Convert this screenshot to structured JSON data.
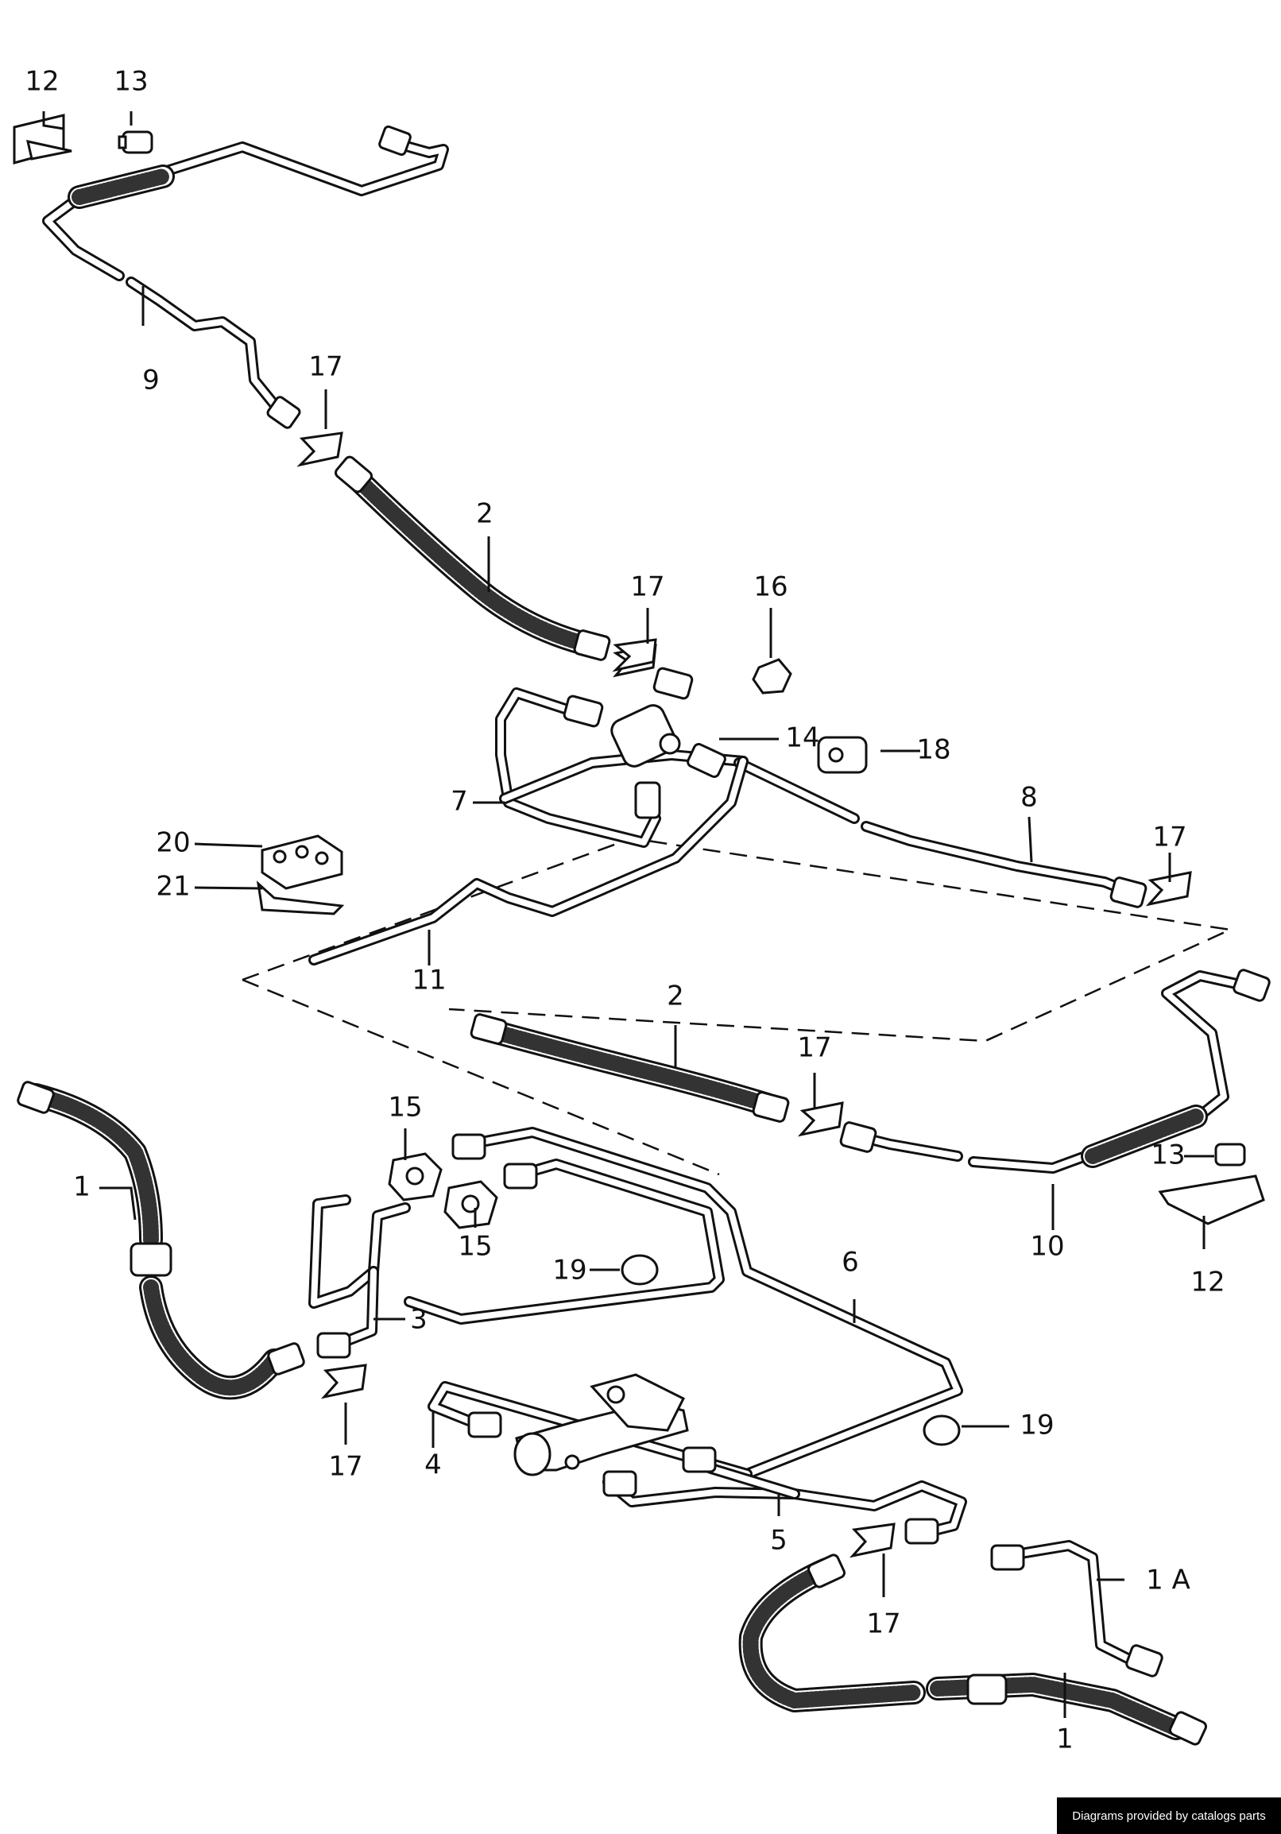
{
  "credit": "Diagrams provided by catalogs parts",
  "callouts": [
    {
      "id": "c12a",
      "text": "12"
    },
    {
      "id": "c13a",
      "text": "13"
    },
    {
      "id": "c9",
      "text": "9"
    },
    {
      "id": "c17a",
      "text": "17"
    },
    {
      "id": "c2a",
      "text": "2"
    },
    {
      "id": "c17b",
      "text": "17"
    },
    {
      "id": "c16",
      "text": "16"
    },
    {
      "id": "c14",
      "text": "14"
    },
    {
      "id": "c18",
      "text": "18"
    },
    {
      "id": "c7",
      "text": "7"
    },
    {
      "id": "c8",
      "text": "8"
    },
    {
      "id": "c17c",
      "text": "17"
    },
    {
      "id": "c20",
      "text": "20"
    },
    {
      "id": "c21",
      "text": "21"
    },
    {
      "id": "c11",
      "text": "11"
    },
    {
      "id": "c2b",
      "text": "2"
    },
    {
      "id": "c17d",
      "text": "17"
    },
    {
      "id": "c15a",
      "text": "15"
    },
    {
      "id": "c1a",
      "text": "1"
    },
    {
      "id": "c15b",
      "text": "15"
    },
    {
      "id": "c13b",
      "text": "13"
    },
    {
      "id": "c19a",
      "text": "19"
    },
    {
      "id": "c10",
      "text": "10"
    },
    {
      "id": "c12b",
      "text": "12"
    },
    {
      "id": "c3",
      "text": "3"
    },
    {
      "id": "c6",
      "text": "6"
    },
    {
      "id": "c17e",
      "text": "17"
    },
    {
      "id": "c19b",
      "text": "19"
    },
    {
      "id": "c4",
      "text": "4"
    },
    {
      "id": "c5",
      "text": "5"
    },
    {
      "id": "c1A",
      "text": "1 A"
    },
    {
      "id": "c17f",
      "text": "17"
    },
    {
      "id": "c1b",
      "text": "1"
    }
  ]
}
